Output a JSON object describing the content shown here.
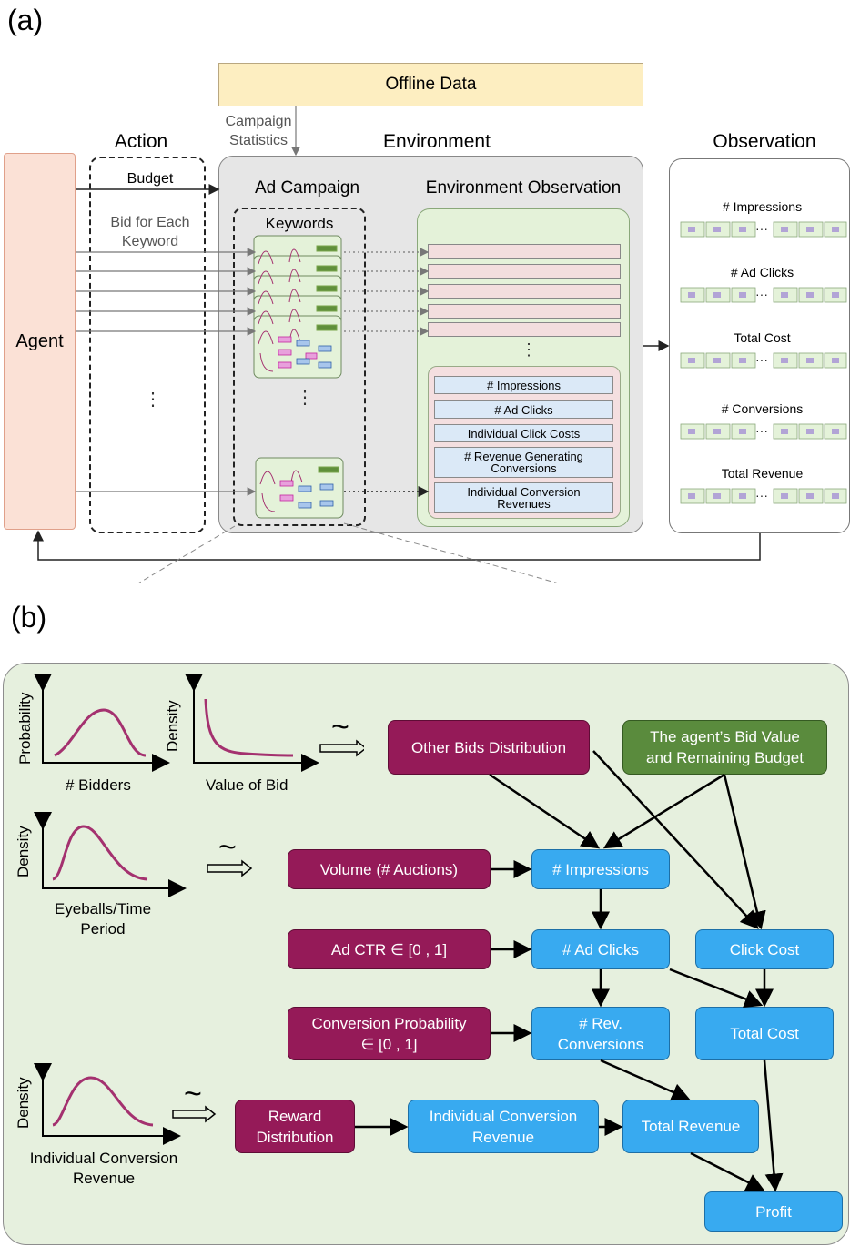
{
  "panel_a": {
    "label": "(a)",
    "offline_data": "Offline Data",
    "campaign_statistics": [
      "Campaign",
      "Statistics"
    ],
    "action_title": "Action",
    "environment_title": "Environment",
    "observation_title": "Observation",
    "agent": "Agent",
    "budget": "Budget",
    "bid_for_each_keyword": [
      "Bid for Each",
      "Keyword"
    ],
    "ad_campaign": "Ad Campaign",
    "environment_observation": "Environment Observation",
    "keywords": "Keywords",
    "ellipsis_v": "⋮",
    "obs_items": [
      "# Impressions",
      "# Ad Clicks",
      "Individual Click Costs",
      "# Revenue Generating Conversions",
      "Individual Conversion Revenues"
    ],
    "observation_items": [
      "# Impressions",
      "# Ad Clicks",
      "Total Cost",
      "# Conversions",
      "Total Revenue"
    ],
    "obs_ellipsis": "···"
  },
  "panel_b": {
    "label": "(b)",
    "plots": {
      "probability": "Probability",
      "bidders": "# Bidders",
      "density": "Density",
      "value_of_bid": "Value of Bid",
      "eyeballs": [
        "Eyeballs/Time",
        "Period"
      ],
      "individual_conversion_revenue": [
        "Individual Conversion",
        "Revenue"
      ]
    },
    "tilde": "~",
    "nodes": {
      "other_bids": "Other Bids Distribution",
      "agent_bid": [
        "The agent’s Bid Value",
        "and Remaining Budget"
      ],
      "volume": "Volume (# Auctions)",
      "impressions": "# Impressions",
      "ad_ctr": "Ad CTR ∈ [0 , 1]",
      "ad_clicks": "# Ad Clicks",
      "click_cost": "Click Cost",
      "conversion_prob": [
        "Conversion Probability",
        "∈ [0 , 1]"
      ],
      "rev_conversions": [
        "# Rev.",
        "Conversions"
      ],
      "total_cost": "Total Cost",
      "reward_distribution": [
        "Reward",
        "Distribution"
      ],
      "individual_conversion_revenue": [
        "Individual Conversion",
        "Revenue"
      ],
      "total_revenue": "Total Revenue",
      "profit": "Profit"
    },
    "colors": {
      "maroon": "#951a58",
      "blue": "#38aaf0",
      "green": "#5a8b3d",
      "curve": "#a4316f",
      "panel_bg": "#e6f0de"
    }
  }
}
